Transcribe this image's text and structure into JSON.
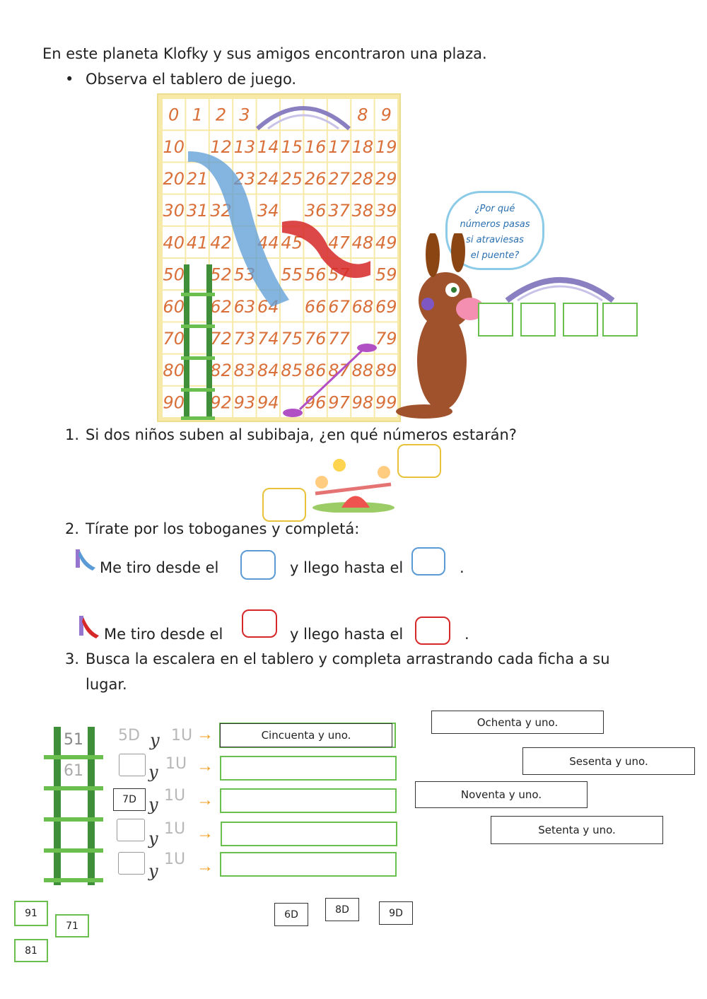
{
  "intro": "En este planeta Klofky  y sus amigos encontraron una plaza.",
  "bullet": "Observa el tablero de juego.",
  "board": {
    "rows": [
      [
        "0",
        "1",
        "2",
        "3",
        "",
        "",
        "",
        "",
        "8",
        "9"
      ],
      [
        "10",
        "",
        "12",
        "13",
        "14",
        "15",
        "16",
        "17",
        "18",
        "19"
      ],
      [
        "20",
        "21",
        "",
        "23",
        "24",
        "25",
        "26",
        "27",
        "28",
        "29"
      ],
      [
        "30",
        "31",
        "32",
        "",
        "34",
        "",
        "36",
        "37",
        "38",
        "39"
      ],
      [
        "40",
        "41",
        "42",
        "",
        "44",
        "45",
        "",
        "47",
        "48",
        "49"
      ],
      [
        "50",
        "",
        "52",
        "53",
        "",
        "55",
        "56",
        "57",
        "",
        "59"
      ],
      [
        "60",
        "",
        "62",
        "63",
        "64",
        "",
        "66",
        "67",
        "68",
        "69"
      ],
      [
        "70",
        "",
        "72",
        "73",
        "74",
        "75",
        "76",
        "77",
        "",
        "79"
      ],
      [
        "80",
        "",
        "82",
        "83",
        "84",
        "85",
        "86",
        "87",
        "88",
        "89"
      ],
      [
        "90",
        "",
        "92",
        "93",
        "94",
        "",
        "96",
        "97",
        "98",
        "99"
      ]
    ],
    "colors": {
      "number": "#d9703a",
      "frame": "#f7e9a8",
      "cell": "#ffffff"
    }
  },
  "bubble": [
    "¿Por qué",
    "números pasas",
    "si atraviesas",
    "el puente?"
  ],
  "q1": "Si dos niños suben al subibaja, ¿en qué números estarán?",
  "q2": "Tírate por los toboganes y completá:",
  "blue_slide": {
    "from": "Me tiro desde el",
    "to": "y llego hasta el",
    "end": "."
  },
  "red_slide": {
    "from": "Me tiro desde el",
    "to": "y llego hasta el",
    "end": "."
  },
  "q3": "Busca la escalera en el tablero y completa arrastrando cada ficha a su",
  "q3_cont": "lugar.",
  "ladder_nums": [
    "51",
    "61"
  ],
  "decompose": {
    "row1_tens": "5D",
    "y": "y",
    "units": "1U",
    "row3_tens": "7D",
    "answer1": "Cincuenta y uno."
  },
  "word_cards": [
    "Ochenta y uno.",
    "Sesenta y uno.",
    "Noventa y uno.",
    "Setenta y uno."
  ],
  "number_chips": [
    "91",
    "71",
    "81"
  ],
  "tens_chips": [
    "6D",
    "8D",
    "9D"
  ],
  "list_markers": [
    "1.",
    "2.",
    "3."
  ]
}
